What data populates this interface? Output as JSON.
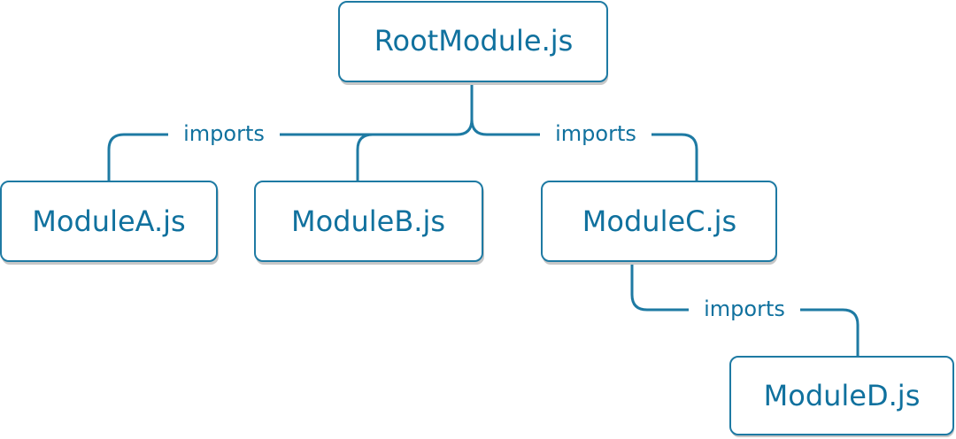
{
  "colors": {
    "line": "#1e7aa3",
    "text": "#10719e",
    "shadow": "#c7c7c7"
  },
  "nodes": {
    "root": {
      "label": "RootModule.js"
    },
    "a": {
      "label": "ModuleA.js"
    },
    "b": {
      "label": "ModuleB.js"
    },
    "c": {
      "label": "ModuleC.js"
    },
    "d": {
      "label": "ModuleD.js"
    }
  },
  "edges": {
    "root_to_a_b": {
      "label": "imports"
    },
    "root_to_c": {
      "label": "imports"
    },
    "c_to_d": {
      "label": "imports"
    }
  }
}
